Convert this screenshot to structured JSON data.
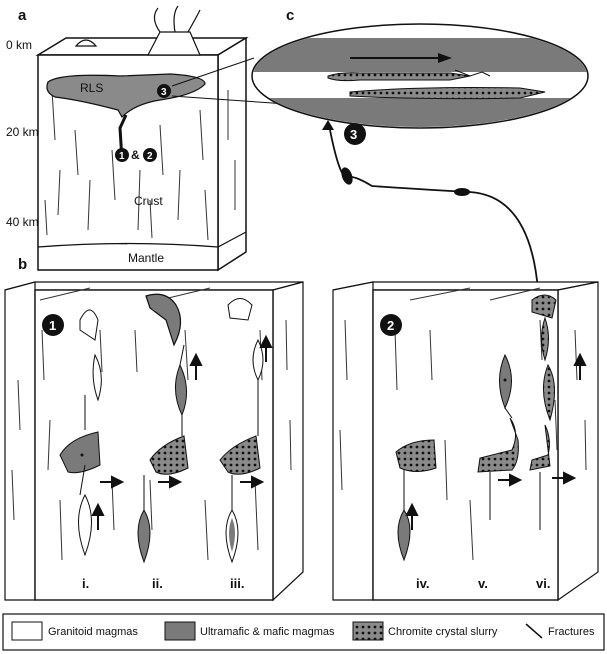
{
  "panels": {
    "a": "a",
    "b": "b",
    "c": "c"
  },
  "depth_labels": [
    "0 km",
    "20 km",
    "40 km"
  ],
  "block_labels": {
    "rls": "RLS",
    "crust": "Crust",
    "mantle": "Mantle",
    "badge_3": "3",
    "badge_1": "1",
    "amp": "&",
    "badge_2": "2"
  },
  "badges": [
    "1",
    "2",
    "3"
  ],
  "stages": [
    "i.",
    "ii.",
    "iii.",
    "iv.",
    "v.",
    "vi."
  ],
  "legend": [
    {
      "label": "Granitoid magmas",
      "icon": "white-box"
    },
    {
      "label": "Ultramafic & mafic magmas",
      "icon": "grey-box"
    },
    {
      "label": "Chromite crystal slurry",
      "icon": "dotted-box"
    },
    {
      "label": "Fractures",
      "icon": "slash"
    }
  ],
  "colors": {
    "mafic": "#7a7a7a",
    "dark_fill": "#5f5f5f",
    "line": "#111111",
    "badge": "#111111"
  }
}
